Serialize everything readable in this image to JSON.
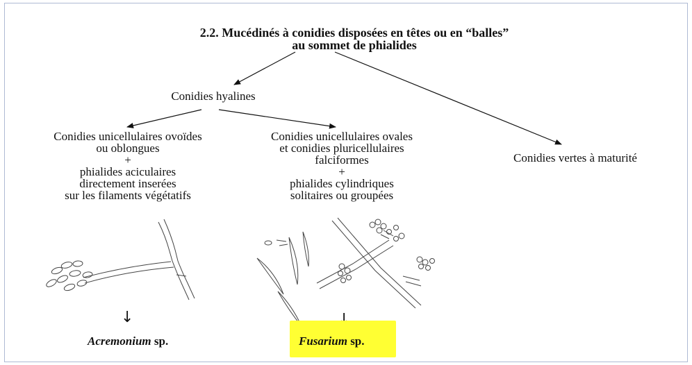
{
  "title": "2.2. Mucédinés à conidies disposées en têtes ou en “balles”\nau sommet de phialides",
  "hyalines": "Conidies hyalines",
  "branch_left": "Conidies unicellulaires ovoïdes\nou oblongues\n+\nphialides aciculaires\ndirectement inserées\nsur les filaments végétatifs",
  "branch_middle": "Conidies unicellulaires ovales\net conidies pluricellulaires\nfalciformes\n+\nphialides cylindriques\nsolitaires ou groupées",
  "branch_right": "Conidies vertes à maturité",
  "genus_left": {
    "name": "Acremonium",
    "suffix": " sp."
  },
  "genus_middle": {
    "name": "Fusarium",
    "suffix": " sp."
  },
  "down_arrow": "↓",
  "colors": {
    "highlight": "#ffff33",
    "frame": "#aeb9d4"
  }
}
